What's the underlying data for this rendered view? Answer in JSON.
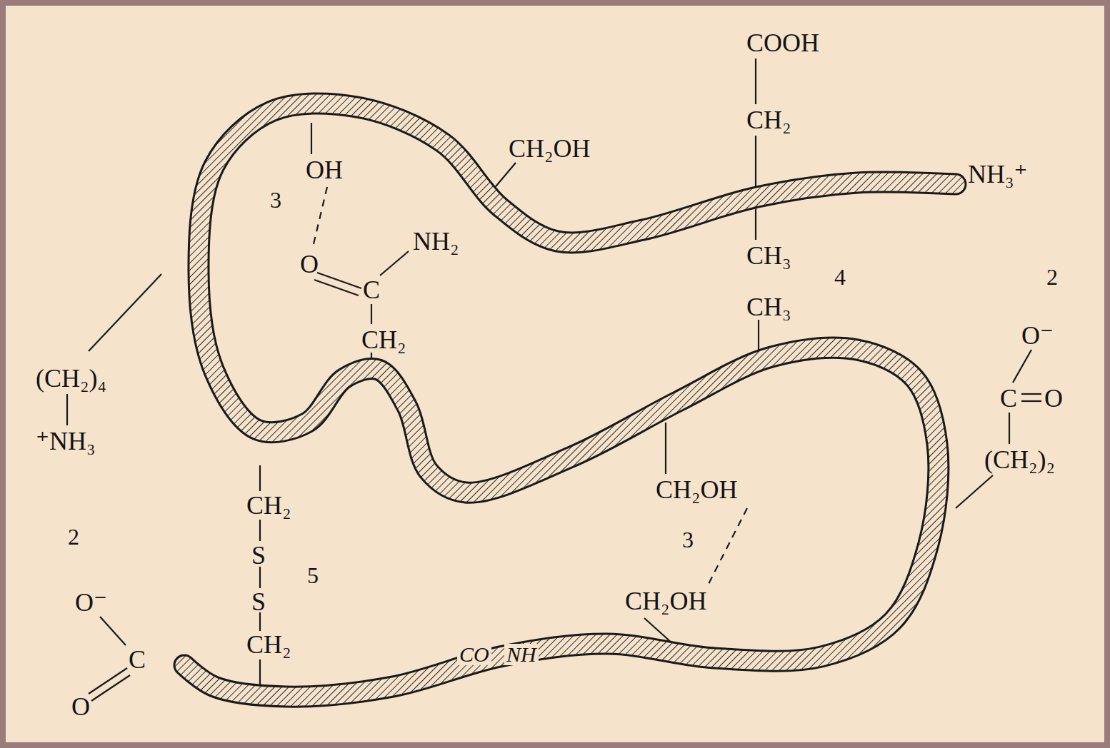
{
  "diagram": {
    "labels": [
      "COOH",
      "CH₂",
      "CH₂OH",
      "OH",
      "3",
      "NH₃⁺",
      "O",
      "NH₂",
      "C",
      "CH₃",
      "4",
      "2",
      "CH₂",
      "CH₃",
      "O⁻",
      "(CH₂)₄",
      "C",
      "O",
      "⁺NH₃",
      "(CH₂)₂",
      "CH₂",
      "CH₂OH",
      "2",
      "3",
      "S",
      "5",
      "O⁻",
      "S",
      "CH₂OH",
      "CH₂",
      "C",
      "CO",
      "NH",
      "O"
    ]
  }
}
